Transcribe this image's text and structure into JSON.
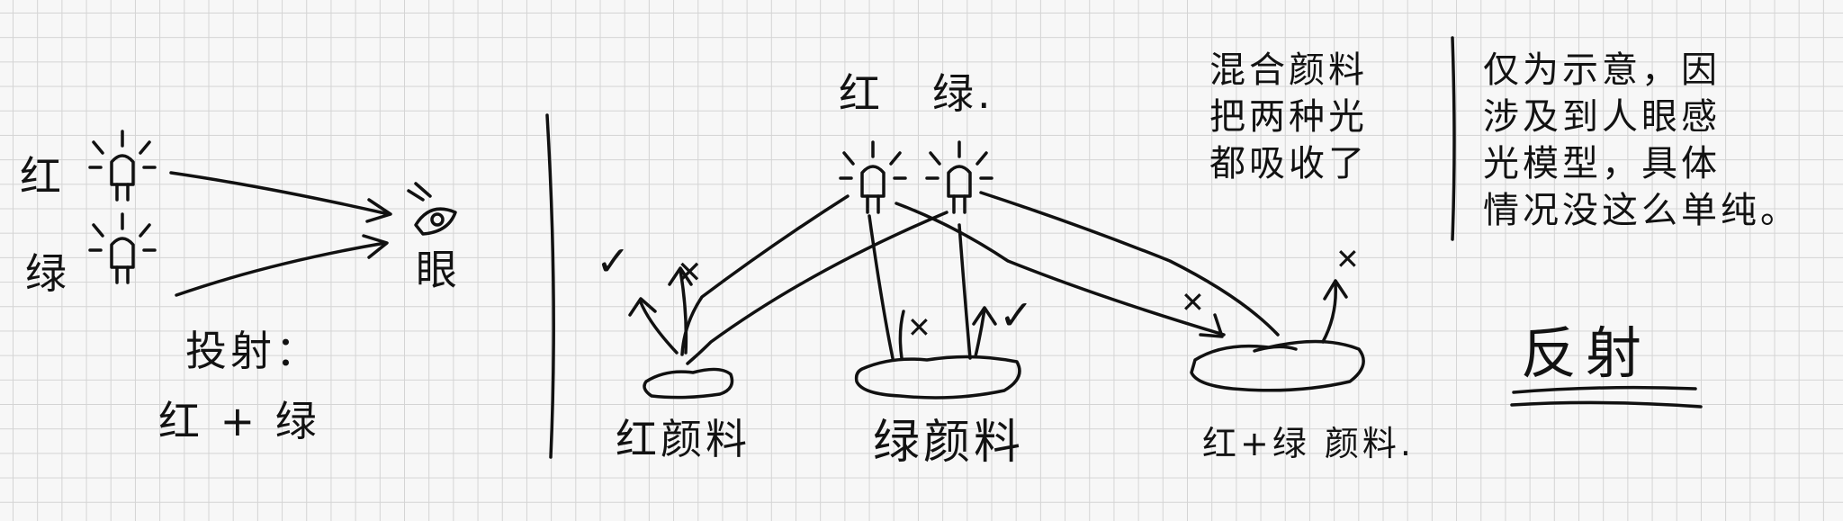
{
  "left": {
    "red": "红",
    "green": "绿",
    "eye": "眼",
    "title": "投射：",
    "formula": "红 + 绿"
  },
  "middle": {
    "light_red": "红",
    "light_green": "绿.",
    "mix_note": [
      "混合颜料",
      "把两种光",
      "都吸收了"
    ],
    "pigment_red": "红颜料",
    "pigment_green": "绿颜料",
    "pigment_mix": "红+绿 颜料."
  },
  "right": {
    "note": [
      "仅为示意，因",
      "涉及到人眼感",
      "光模型，具体",
      "情况没这么单纯。"
    ],
    "title": "反射"
  },
  "marks": {
    "check": "✓",
    "cross": "✕"
  }
}
